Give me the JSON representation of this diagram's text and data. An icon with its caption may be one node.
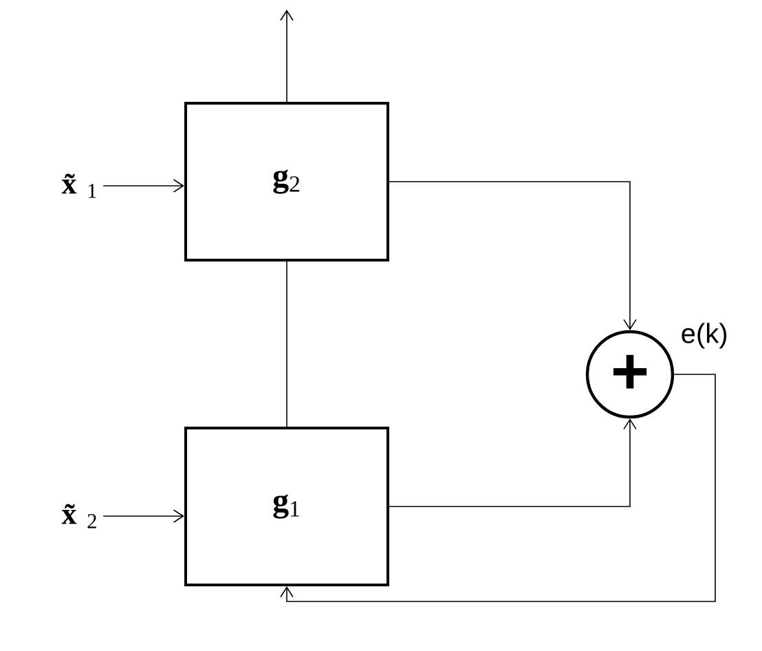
{
  "diagram": {
    "nodes": [
      {
        "text": [
          "**g**$_{2}$"
        ]
      },
      {
        "text": [
          "**g**$_{1}$"
        ]
      },
      {
        "text": [
          "+"
        ]
      },
      {
        "text": [
          "**x̃**$_{1}$"
        ]
      },
      {
        "text": [
          "**x̃**$_{2}$"
        ]
      }
    ],
    "edges": [
      {
        "from": 0,
        "to": null,
        "arrow": "to"
      },
      {
        "from": 3,
        "to": 0,
        "arrow": "to"
      },
      {
        "from": 4,
        "to": 1,
        "arrow": "to"
      },
      {
        "from": 0,
        "to": 2,
        "arrow": "to"
      },
      {
        "from": 1,
        "to": 2,
        "arrow": "to"
      },
      {
        "from": 0,
        "to": 1,
        "arrow": "none"
      },
      {
        "from": 2,
        "to": 1,
        "arrow": "to",
        "label": "e(k)"
      }
    ]
  }
}
